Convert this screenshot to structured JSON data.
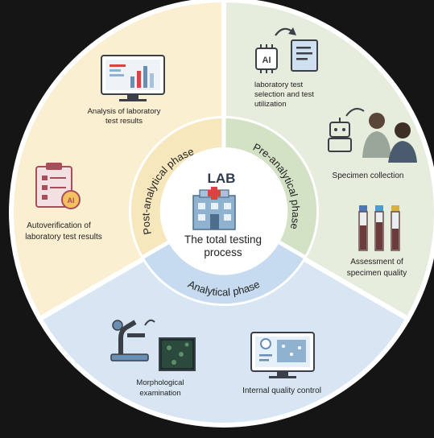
{
  "center": {
    "logo_text": "LAB",
    "title_line1": "The total testing",
    "title_line2": "process"
  },
  "phases": {
    "post": "Post-analytical phase",
    "pre": "Pre-analytical phase",
    "analytical": "Analytical phase"
  },
  "steps": {
    "analysis": [
      "Analysis of laboratory",
      "test results"
    ],
    "autoverification": [
      "Autoverification of",
      "laboratory test results"
    ],
    "test_selection": [
      "laboratory test",
      "selection and test",
      "utilization"
    ],
    "specimen_collection": [
      "Specimen collection"
    ],
    "specimen_quality": [
      "Assessment of",
      "specimen quality"
    ],
    "morphological": [
      "Morphological",
      "examination"
    ],
    "quality_control": [
      "Internal quality control"
    ]
  },
  "icon_text": {
    "ai_chip": "AI",
    "ai_badge": "AI"
  },
  "colors": {
    "post_segment": "#fbefd1",
    "pre_segment": "#e6eddd",
    "analytical_segment": "#d8e6f3",
    "ring_post": "#f7e7bd",
    "ring_pre": "#d3e1c5",
    "ring_analytical": "#c6dbef",
    "accent_red": "#d8453f"
  }
}
